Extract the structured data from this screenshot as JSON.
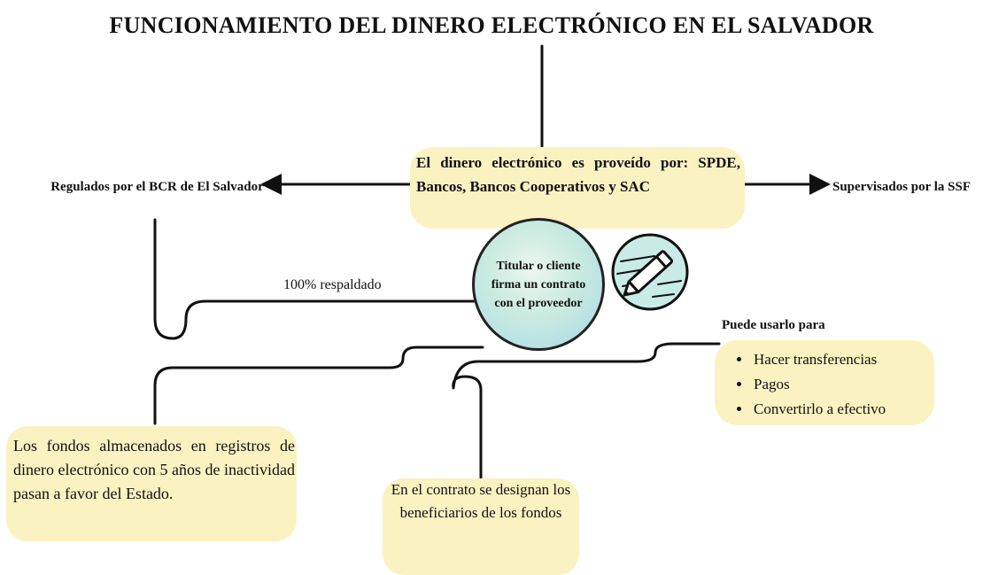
{
  "title": "FUNCIONAMIENTO DEL DINERO ELECTRÓNICO EN EL SALVADOR",
  "provider": "El dinero electrónico es proveído por: SPDE, Bancos, Bancos Cooperativos y SAC",
  "regulados": "Regulados por el BCR de El Salvador",
  "supervisados": "Supervisados por la SSF",
  "respaldado": "100% respaldado",
  "center": "Titular o cliente firma un contrato con el proveedor",
  "puede_usarlo": "Puede usarlo para",
  "usos": [
    "Hacer transferencias",
    "Pagos",
    "Convertirlo a efectivo"
  ],
  "fondos": "Los fondos almacenados en registros de dinero electrónico con 5 años de inactividad pasan a favor del Estado.",
  "contrato": "En el contrato se designan los beneficiarios de los fondos",
  "colors": {
    "bubble_fill": "#fbf2c2",
    "circle_fill": "#b9e2e6",
    "line": "#111111"
  },
  "icons": [
    "pencil-icon"
  ]
}
